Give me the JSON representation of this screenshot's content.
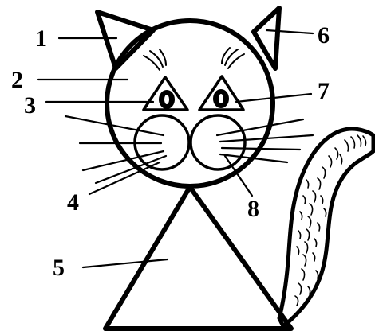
{
  "labels": {
    "n1": "1",
    "n2": "2",
    "n3": "3",
    "n4": "4",
    "n5": "5",
    "n6": "6",
    "n7": "7",
    "n8": "8"
  },
  "colors": {
    "ink": "#000000",
    "paper": "#ffffff"
  }
}
